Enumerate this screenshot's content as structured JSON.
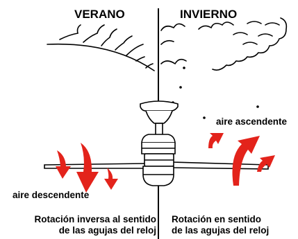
{
  "left_panel": {
    "title": "VERANO",
    "airflow_label": "aire descendente",
    "caption_line1": "Rotación inversa al sentido",
    "caption_line2": "de las agujas del reloj"
  },
  "right_panel": {
    "title": "INVIERNO",
    "airflow_label": "aire ascendente",
    "caption_line1": "Rotación en sentido",
    "caption_line2": "de las agujas del reloj"
  },
  "colors": {
    "arrow": "#e3231b",
    "line": "#000000",
    "background": "#ffffff"
  },
  "icons": {
    "left": "sun-icon",
    "right": "cloud-icon",
    "center": "ceiling-fan-icon"
  }
}
